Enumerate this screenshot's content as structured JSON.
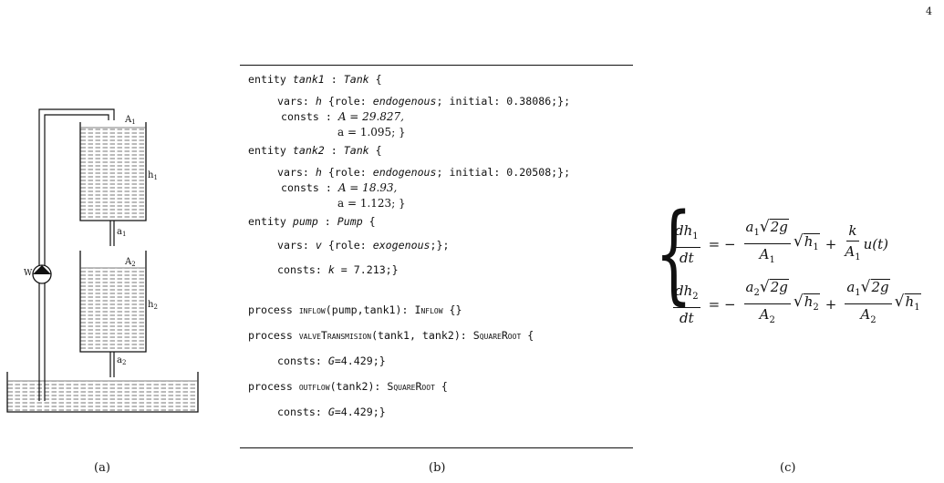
{
  "page_number": "4",
  "captions": {
    "a": "(a)",
    "b": "(b)",
    "c": "(c)"
  },
  "diagram": {
    "tank1_area": "A",
    "tank1_area_sub": "1",
    "tank1_level": "h",
    "tank1_level_sub": "1",
    "tank1_outlet": "a",
    "tank1_outlet_sub": "1",
    "tank2_area": "A",
    "tank2_area_sub": "2",
    "tank2_level": "h",
    "tank2_level_sub": "2",
    "tank2_outlet": "a",
    "tank2_outlet_sub": "2",
    "pump_label": "W"
  },
  "listing": {
    "e1_kw": "entity",
    "e1_name": "tank1",
    "e1_type": "Tank",
    "e1_open": "{",
    "e1_vars_pre": "vars: ",
    "e1_var": "h",
    "e1_role_pre": " {role: ",
    "e1_role": "endogenous",
    "e1_initial": "; initial: 0.38086;};",
    "e1_consts_label": "consts : ",
    "e1_c1": "A = 29.827,",
    "e1_c2": "a = 1.095; }",
    "e2_kw": "entity",
    "e2_name": "tank2",
    "e2_type": "Tank",
    "e2_open": "{",
    "e2_vars_pre": "vars: ",
    "e2_var": "h",
    "e2_role_pre": " {role: ",
    "e2_role": "endogenous",
    "e2_initial": "; initial: 0.20508;};",
    "e2_consts_label": "consts : ",
    "e2_c1": "A = 18.93,",
    "e2_c2": "a = 1.123; }",
    "e3_kw": "entity",
    "e3_name": "pump",
    "e3_type": "Pump",
    "e3_open": "{",
    "e3_vars_pre": "vars: ",
    "e3_var": "v",
    "e3_role_pre": " {role: ",
    "e3_role": "exogenous",
    "e3_role_end": ";};",
    "e3_consts_pre": "consts: ",
    "e3_k": "k",
    "e3_k_val": " = 7.213;}",
    "p1_kw": "process ",
    "p1_name": "inflow",
    "p1_args": "(pump,tank1): ",
    "p1_type": "Inflow",
    "p1_end": " {}",
    "p2_kw": "process ",
    "p2_name": "valveTransmision",
    "p2_args": "(tank1, tank2): ",
    "p2_type": "SquareRoot",
    "p2_end": " {",
    "p2_consts_pre": "consts: ",
    "p2_g": "G",
    "p2_g_val": "=4.429;}",
    "p3_kw": "process ",
    "p3_name": "outflow",
    "p3_args": "(tank2): ",
    "p3_type": "SquareRoot",
    "p3_end": " {",
    "p3_consts_pre": "consts: ",
    "p3_g": "G",
    "p3_g_val": "=4.429;}"
  },
  "equations": {
    "eq1_lhs_num": "dh",
    "eq1_lhs_sub": "1",
    "eq1_lhs_den": "dt",
    "eq1_eq": "= −",
    "eq1_t1_a": "a",
    "eq1_t1_asub": "1",
    "eq1_t1_rad": "2g",
    "eq1_t1_den": "A",
    "eq1_t1_densub": "1",
    "eq1_t1_h": "h",
    "eq1_t1_hsub": "1",
    "eq1_plus": "+",
    "eq1_t2_num": "k",
    "eq1_t2_den": "A",
    "eq1_t2_densub": "1",
    "eq1_t2_tail": "u(t)",
    "eq2_lhs_num": "dh",
    "eq2_lhs_sub": "2",
    "eq2_lhs_den": "dt",
    "eq2_eq": "= −",
    "eq2_t1_a": "a",
    "eq2_t1_asub": "2",
    "eq2_t1_rad": "2g",
    "eq2_t1_den": "A",
    "eq2_t1_densub": "2",
    "eq2_t1_h": "h",
    "eq2_t1_hsub": "2",
    "eq2_plus": "+",
    "eq2_t2_a": "a",
    "eq2_t2_asub": "1",
    "eq2_t2_rad": "2g",
    "eq2_t2_den": "A",
    "eq2_t2_densub": "2",
    "eq2_t2_h": "h",
    "eq2_t2_hsub": "1"
  }
}
